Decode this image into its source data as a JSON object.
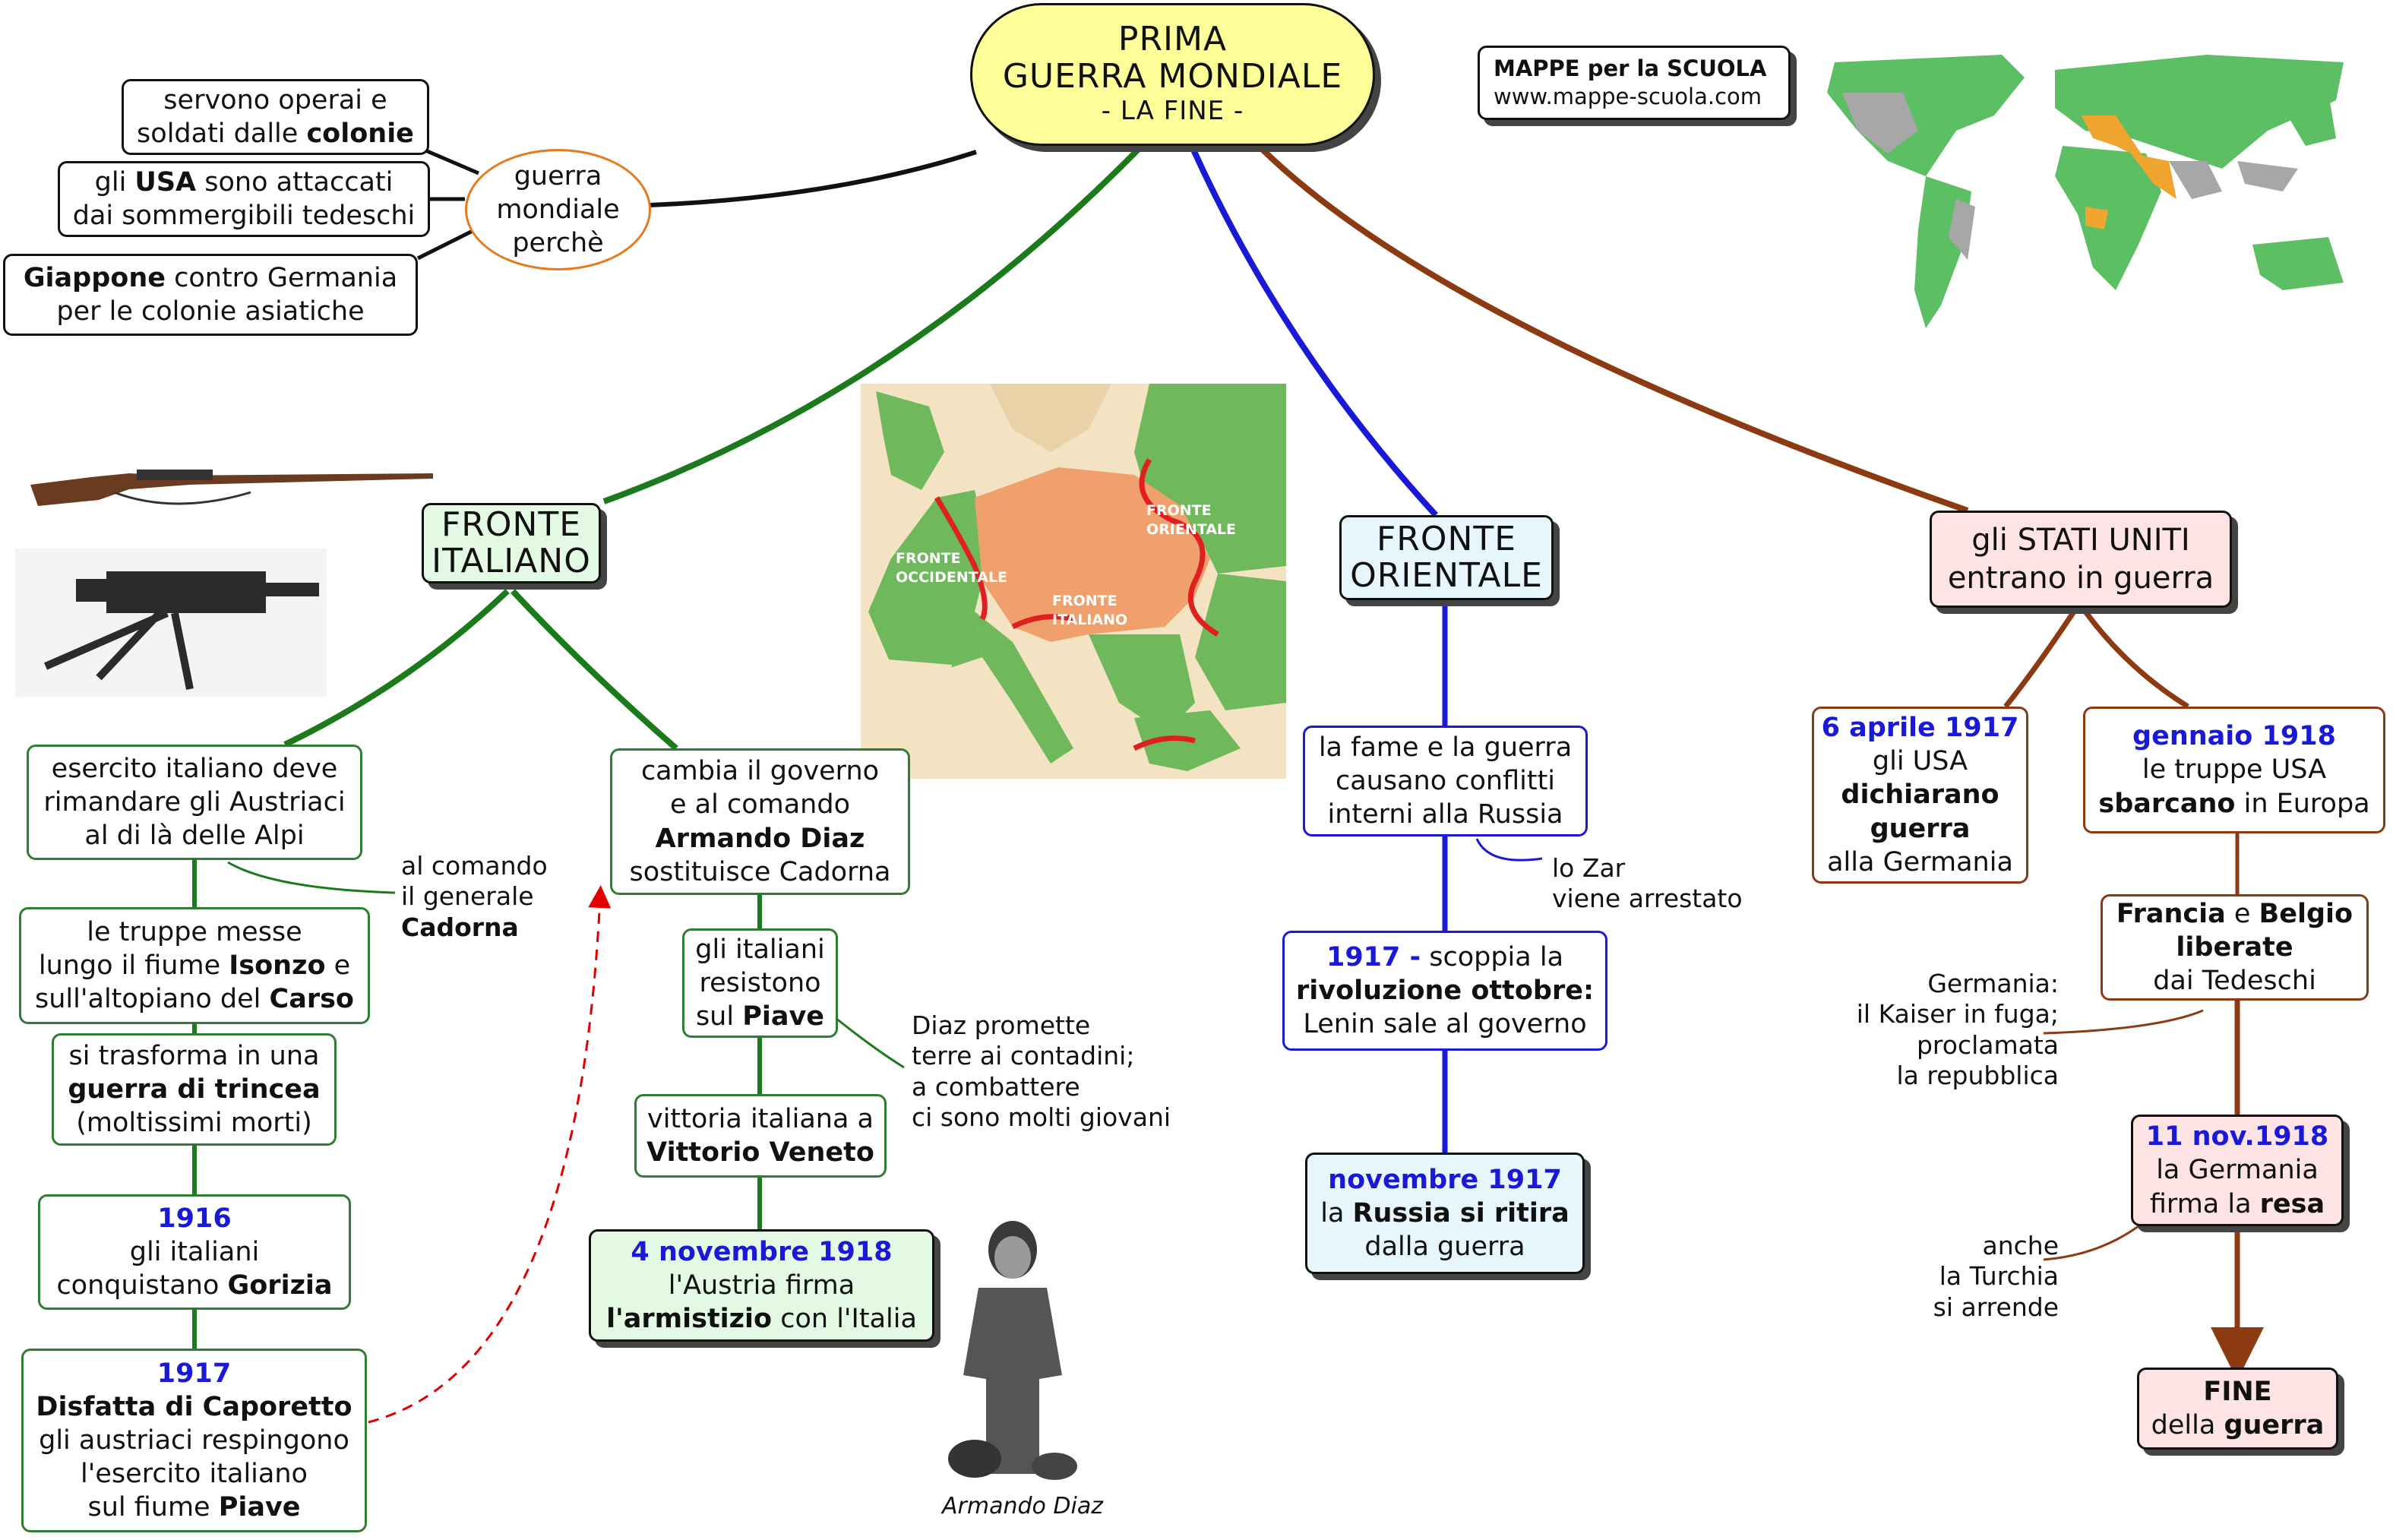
{
  "title": {
    "line1": "PRIMA",
    "line2": "GUERRA MONDIALE",
    "line3": "- LA FINE -"
  },
  "credits": {
    "line1": "MAPPE per la SCUOLA",
    "line2": "www.mappe-scuola.com"
  },
  "reasons": {
    "hub": [
      "guerra",
      "mondiale",
      "perchè"
    ],
    "r1": {
      "a": "servono operai e",
      "b": "soldati dalle ",
      "c": "colonie"
    },
    "r2": {
      "a": "gli ",
      "b": "USA",
      "c": " sono attaccati",
      "d": "dai sommergibili tedeschi"
    },
    "r3": {
      "a": "Giappone",
      "b": " contro Germania",
      "c": "per le colonie asiatiche"
    }
  },
  "italian_front": {
    "header": [
      "FRONTE",
      "ITALIANO"
    ],
    "n1": [
      "esercito italiano deve",
      "rimandare gli Austriaci",
      "al di là delle Alpi"
    ],
    "n1_note": [
      "al comando",
      "il generale",
      "Cadorna"
    ],
    "n2": {
      "a": "le truppe messe",
      "b": "lungo il fiume ",
      "c": "Isonzo",
      "d": " e",
      "e": "sull'altopiano del ",
      "f": "Carso"
    },
    "n3": {
      "a": "si trasforma in una",
      "b": "guerra di trincea",
      "c": "(moltissimi morti)"
    },
    "n4": {
      "date": "1916",
      "a": "gli italiani",
      "b": "conquistano ",
      "c": "Gorizia"
    },
    "n5": {
      "date": "1917",
      "a": "Disfatta di Caporetto",
      "b": "gli austriaci respingono",
      "c": "l'esercito italiano",
      "d": "sul fiume ",
      "e": "Piave"
    },
    "c1": {
      "a": "cambia il governo",
      "b": "e al comando",
      "c": "Armando Diaz",
      "d": "sostituisce Cadorna"
    },
    "c2": {
      "a": "gli italiani",
      "b": "resistono",
      "c": "sul ",
      "d": "Piave"
    },
    "c2_note": [
      "Diaz promette",
      "terre ai contadini;",
      "a combattere",
      "ci sono molti giovani"
    ],
    "c3": {
      "a": "vittoria italiana a",
      "b": "Vittorio Veneto"
    },
    "c4": {
      "date": "4 novembre 1918",
      "a": "l'Austria firma",
      "b": "l'armistizio",
      "c": " con l'Italia"
    },
    "photo_caption": "Armando Diaz"
  },
  "map_labels": {
    "west": [
      "FRONTE",
      "OCCIDENTALE"
    ],
    "east": [
      "FRONTE",
      "ORIENTALE"
    ],
    "italy": [
      "FRONTE",
      "ITALIANO"
    ]
  },
  "eastern_front": {
    "header": [
      "FRONTE",
      "ORIENTALE"
    ],
    "n1": [
      "la fame e la guerra",
      "causano conflitti",
      "interni alla Russia"
    ],
    "n1_note": [
      "lo Zar",
      "viene arrestato"
    ],
    "n2": {
      "date": "1917 -",
      "a": " scoppia la",
      "b": "rivoluzione ottobre:",
      "c": "Lenin sale al governo"
    },
    "n3": {
      "date": "novembre 1917",
      "a": "la ",
      "b": "Russia si ritira",
      "c": "dalla guerra"
    }
  },
  "usa": {
    "header": [
      "gli STATI UNITI",
      "entrano in guerra"
    ],
    "n1": {
      "date": "6 aprile 1917",
      "a": "gli USA",
      "b": "dichiarano",
      "c": "guerra",
      "d": "alla Germania"
    },
    "n2": {
      "date": "gennaio 1918",
      "a": "le truppe USA",
      "b": "sbarcano",
      "c": " in Europa"
    },
    "n3": {
      "a": "Francia",
      "b": " e ",
      "c": "Belgio",
      "d": "liberate",
      "e": "dai Tedeschi"
    },
    "n3_note": [
      "Germania:",
      "il Kaiser in fuga;",
      "proclamata",
      "la repubblica"
    ],
    "n4": {
      "date": "11 nov.1918",
      "a": "la Germania",
      "b": "firma la ",
      "c": "resa"
    },
    "n4_note": [
      "anche",
      "la Turchia",
      "si arrende"
    ],
    "n5": {
      "a": "FINE",
      "b": "della ",
      "c": "guerra"
    }
  },
  "colors": {
    "green": "#2e7d32",
    "blue": "#1a1ad6",
    "brown": "#8b3a12",
    "title_bg": "#ffff99"
  }
}
